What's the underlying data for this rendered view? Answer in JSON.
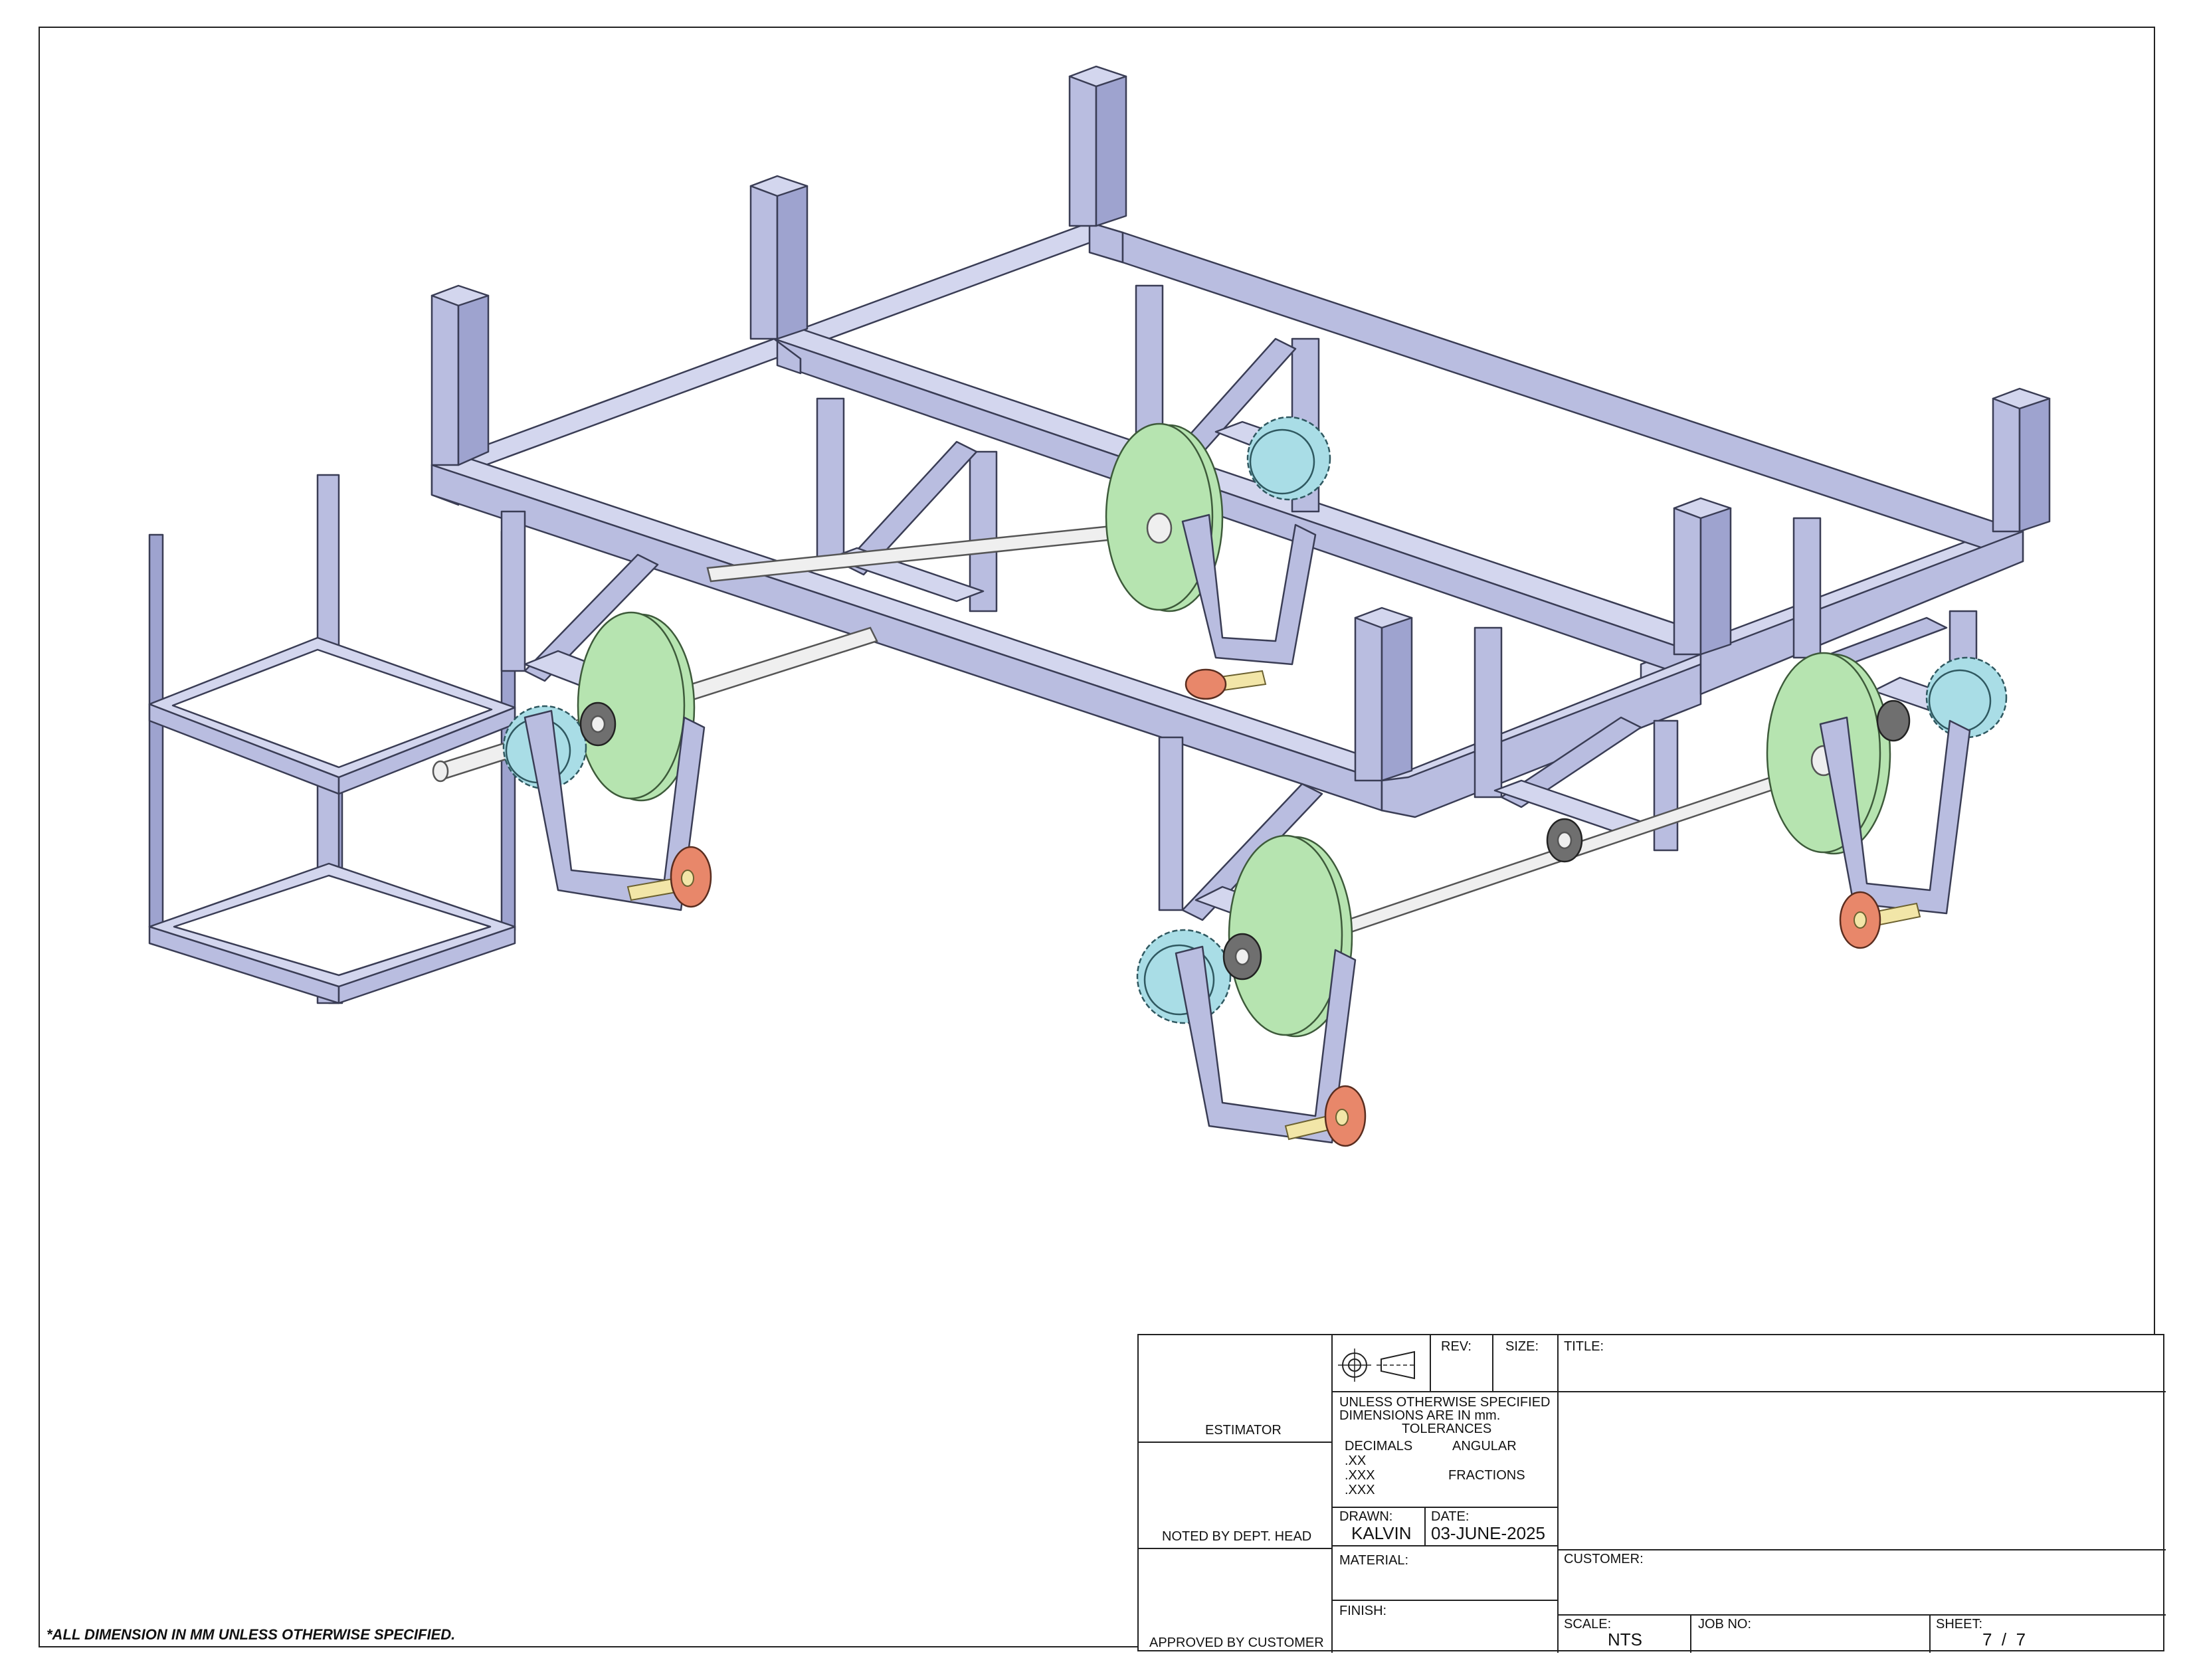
{
  "footer_note": "*ALL DIMENSION IN MM UNLESS OTHERWISE SPECIFIED.",
  "title_block": {
    "estimator": "ESTIMATOR",
    "noted_by": "NOTED BY DEPT. HEAD",
    "approved_by": "APPROVED BY CUSTOMER",
    "rev_label": "REV:",
    "size_label": "SIZE:",
    "title_label": "TITLE:",
    "spec_line1": "UNLESS OTHERWISE SPECIFIED",
    "spec_line2": "DIMENSIONS ARE IN mm.",
    "tolerances": "TOLERANCES",
    "decimals": "DECIMALS",
    "angular": "ANGULAR",
    "xx": ".XX",
    "xxx1": ".XXX",
    "xxx2": ".XXX",
    "fractions": "FRACTIONS",
    "drawn_label": "DRAWN:",
    "drawn_value": "KALVIN",
    "date_label": "DATE:",
    "date_value": "03-JUNE-2025",
    "material_label": "MATERIAL:",
    "finish_label": "FINISH:",
    "customer_label": "CUSTOMER:",
    "scale_label": "SCALE:",
    "scale_value": "NTS",
    "job_label": "JOB NO:",
    "sheet_label": "SHEET:",
    "sheet_value": "7  /  7"
  },
  "colors": {
    "frame": "#b9bde0",
    "frame_dark": "#8f94c4",
    "pulley": "#b6e4b0",
    "sprocket": "#a9dde6",
    "wheel": "#e8876a",
    "shaft": "#efefef",
    "bearing": "#6f6f6f",
    "stub": "#f2e6a8"
  }
}
